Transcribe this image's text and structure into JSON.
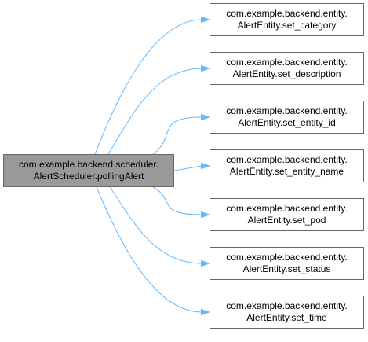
{
  "graph": {
    "source": {
      "line1": "com.example.backend.scheduler.",
      "line2": "AlertScheduler.pollingAlert"
    },
    "targets": [
      {
        "line1": "com.example.backend.entity.",
        "line2": "AlertEntity.set_category"
      },
      {
        "line1": "com.example.backend.entity.",
        "line2": "AlertEntity.set_description"
      },
      {
        "line1": "com.example.backend.entity.",
        "line2": "AlertEntity.set_entity_id"
      },
      {
        "line1": "com.example.backend.entity.",
        "line2": "AlertEntity.set_entity_name"
      },
      {
        "line1": "com.example.backend.entity.",
        "line2": "AlertEntity.set_pod"
      },
      {
        "line1": "com.example.backend.entity.",
        "line2": "AlertEntity.set_status"
      },
      {
        "line1": "com.example.backend.entity.",
        "line2": "AlertEntity.set_time"
      }
    ],
    "colors": {
      "edge": "#63b8ff",
      "source_fill": "#999999",
      "border": "#666666"
    }
  }
}
